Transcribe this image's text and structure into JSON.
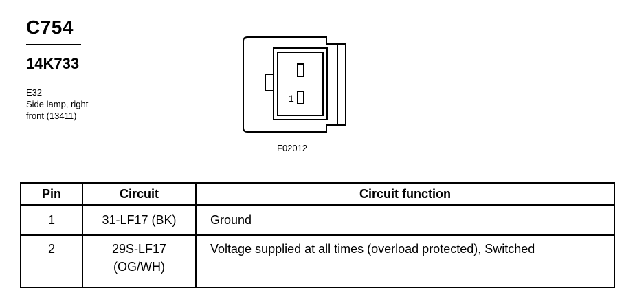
{
  "connector": {
    "id": "C754",
    "part_number": "14K733",
    "description_lines": [
      "E32",
      "Side lamp, right",
      "front (13411)"
    ],
    "figure_code": "F02012",
    "pin_label": "1"
  },
  "table": {
    "headers": [
      "Pin",
      "Circuit",
      "Circuit function"
    ],
    "rows": [
      {
        "pin": "1",
        "circuit_lines": [
          "31-LF17 (BK)"
        ],
        "function": "Ground"
      },
      {
        "pin": "2",
        "circuit_lines": [
          "29S-LF17",
          "(OG/WH)"
        ],
        "function": "Voltage supplied at all times (overload protected), Switched"
      }
    ]
  }
}
